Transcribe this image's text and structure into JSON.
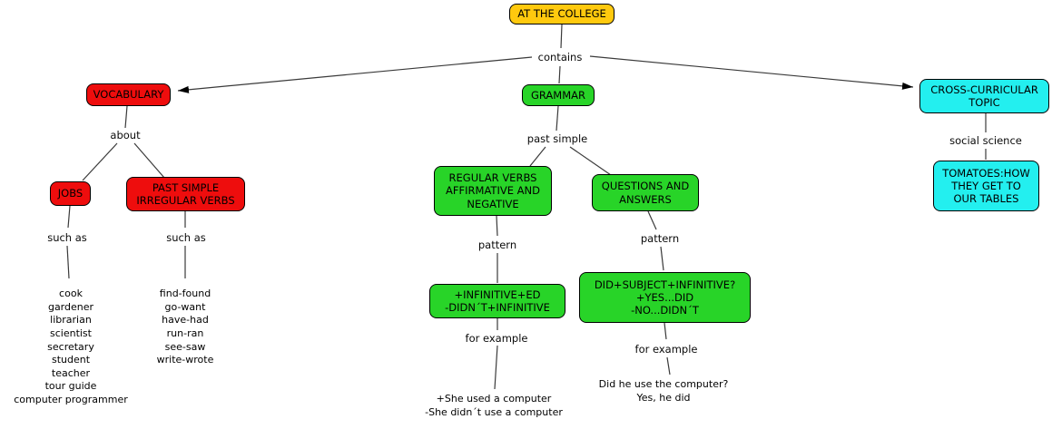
{
  "colors": {
    "gold": "#FFC90E",
    "red": "#EE0D0D",
    "green": "#28D428",
    "cyan": "#23EFEF",
    "line": "#3a3a3a",
    "text": "#000000"
  },
  "nodes": {
    "root": {
      "label": "AT THE COLLEGE"
    },
    "vocabulary": {
      "label": "VOCABULARY"
    },
    "jobs": {
      "label": "JOBS"
    },
    "irregular": {
      "label": "PAST SIMPLE\nIRREGULAR VERBS"
    },
    "grammar": {
      "label": "GRAMMAR"
    },
    "regular_verbs": {
      "label": "REGULAR VERBS\nAFFIRMATIVE AND\nNEGATIVE"
    },
    "questions": {
      "label": "QUESTIONS AND\nANSWERS"
    },
    "pattern_regular": {
      "label": "+INFINITIVE+ED\n-DIDN´T+INFINITIVE"
    },
    "pattern_questions": {
      "label": "DID+SUBJECT+INFINITIVE?\n+YES...DID\n-NO...DIDN´T"
    },
    "cross_curricular": {
      "label": "CROSS-CURRICULAR\nTOPIC"
    },
    "tomatoes": {
      "label": "TOMATOES:HOW\nTHEY GET TO\nOUR TABLES"
    }
  },
  "link_labels": {
    "contains": "contains",
    "about": "about",
    "such_as_jobs": "such as",
    "such_as_verbs": "such as",
    "past_simple": "past simple",
    "pattern_regular": "pattern",
    "pattern_questions": "pattern",
    "for_example_regular": "for example",
    "for_example_questions": "for example",
    "social_science": "social science"
  },
  "lists": {
    "jobs": [
      "cook",
      "gardener",
      "librarian",
      "scientist",
      "secretary",
      "student",
      "teacher",
      "tour guide",
      "computer programmer"
    ],
    "irregular_verbs": [
      "find-found",
      "go-want",
      "have-had",
      "run-ran",
      "see-saw",
      "write-wrote"
    ]
  },
  "examples": {
    "regular": [
      "+She used a computer",
      "-She didn´t use a computer"
    ],
    "questions": [
      "Did he use the computer?",
      "Yes, he did"
    ]
  }
}
